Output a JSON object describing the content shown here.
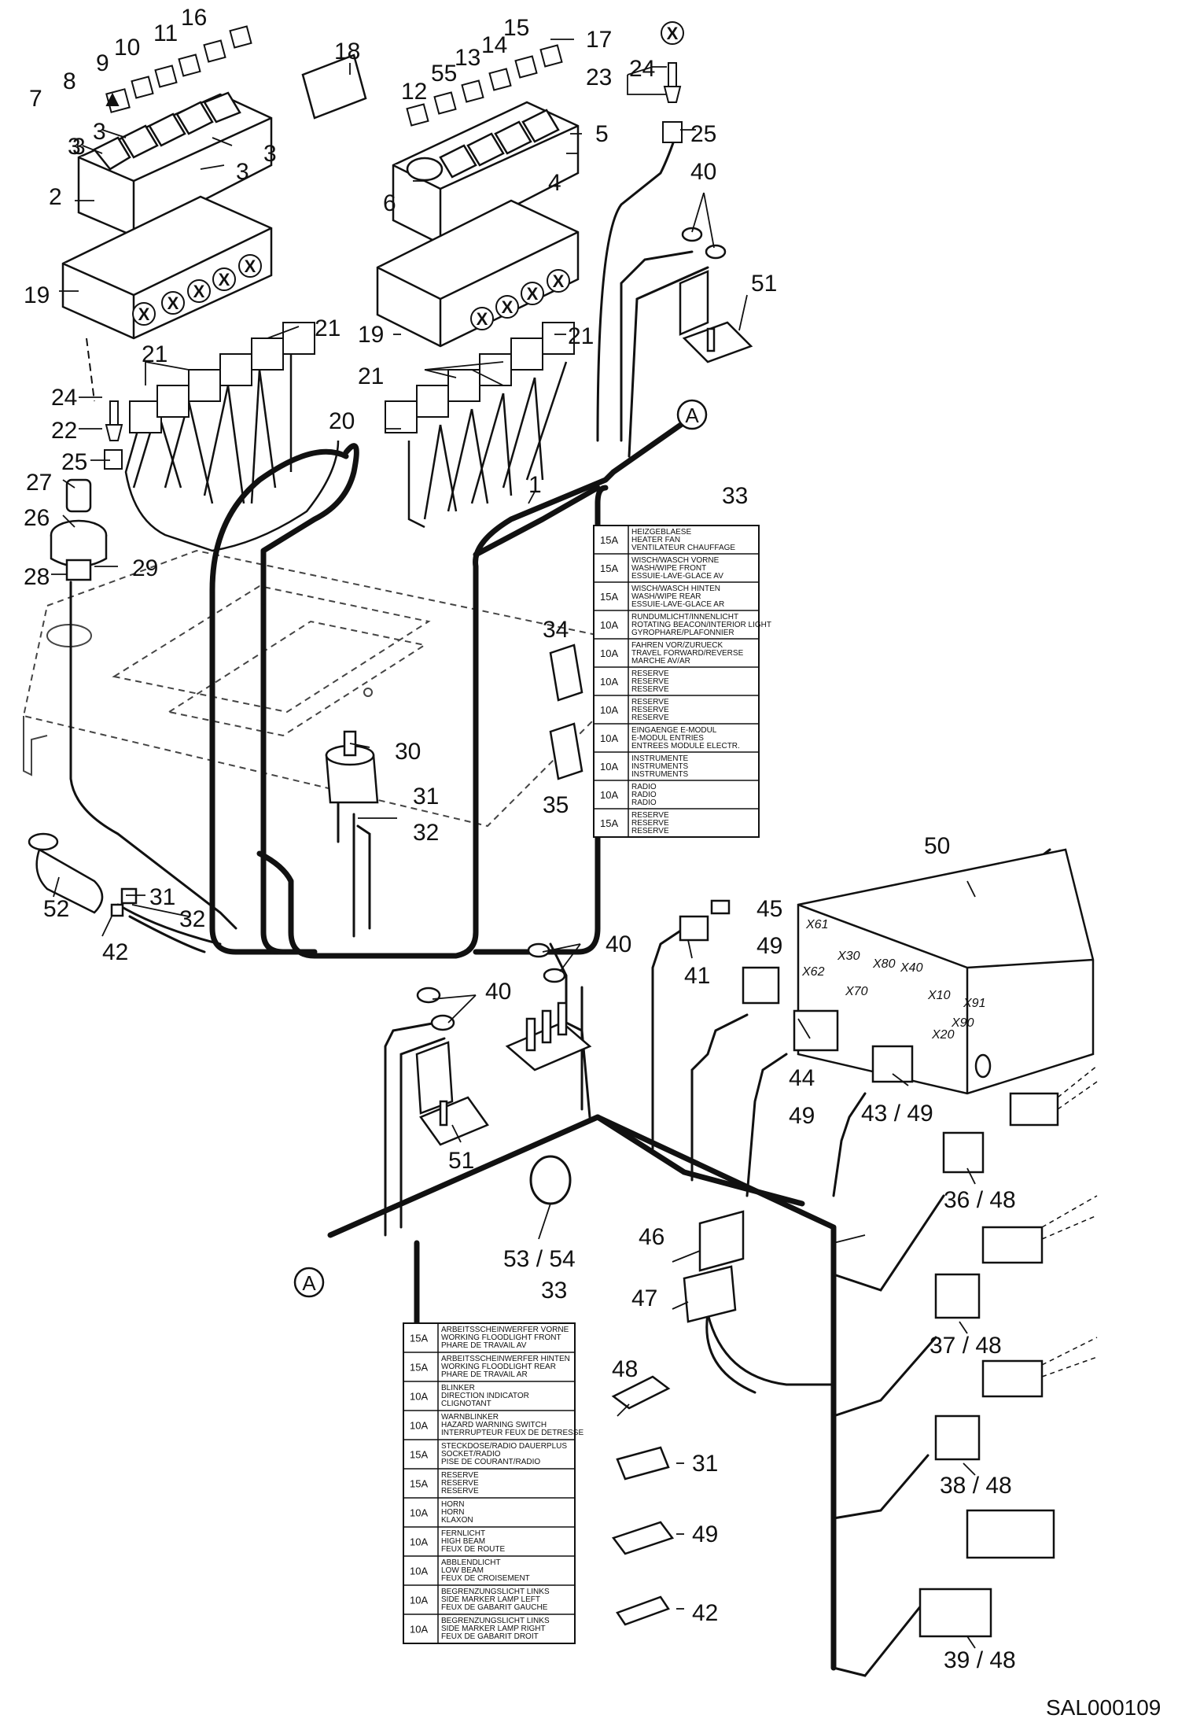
{
  "drawing_code": "SAL000109",
  "connector_ref": "A",
  "callouts": [
    {
      "id": "c1",
      "text": "1"
    },
    {
      "id": "c2",
      "text": "2"
    },
    {
      "id": "c3a",
      "text": "3"
    },
    {
      "id": "c3b",
      "text": "3"
    },
    {
      "id": "c3c",
      "text": "3"
    },
    {
      "id": "c3d",
      "text": "3"
    },
    {
      "id": "c3e",
      "text": "3"
    },
    {
      "id": "c4",
      "text": "4"
    },
    {
      "id": "c5",
      "text": "5"
    },
    {
      "id": "c6",
      "text": "6"
    },
    {
      "id": "c7",
      "text": "7"
    },
    {
      "id": "c8",
      "text": "8"
    },
    {
      "id": "c9",
      "text": "9"
    },
    {
      "id": "c10",
      "text": "10"
    },
    {
      "id": "c11",
      "text": "11"
    },
    {
      "id": "c12",
      "text": "12"
    },
    {
      "id": "c13",
      "text": "13"
    },
    {
      "id": "c14",
      "text": "14"
    },
    {
      "id": "c15",
      "text": "15"
    },
    {
      "id": "c16",
      "text": "16"
    },
    {
      "id": "c17",
      "text": "17"
    },
    {
      "id": "c18",
      "text": "18"
    },
    {
      "id": "c19a",
      "text": "19"
    },
    {
      "id": "c19b",
      "text": "19"
    },
    {
      "id": "c20",
      "text": "20"
    },
    {
      "id": "c21a",
      "text": "21"
    },
    {
      "id": "c21b",
      "text": "21"
    },
    {
      "id": "c21c",
      "text": "21"
    },
    {
      "id": "c21d",
      "text": "21"
    },
    {
      "id": "c22",
      "text": "22"
    },
    {
      "id": "c23",
      "text": "23"
    },
    {
      "id": "c24a",
      "text": "24"
    },
    {
      "id": "c24b",
      "text": "24"
    },
    {
      "id": "c25a",
      "text": "25"
    },
    {
      "id": "c25b",
      "text": "25"
    },
    {
      "id": "c26",
      "text": "26"
    },
    {
      "id": "c27",
      "text": "27"
    },
    {
      "id": "c28",
      "text": "28"
    },
    {
      "id": "c29",
      "text": "29"
    },
    {
      "id": "c30",
      "text": "30"
    },
    {
      "id": "c31a",
      "text": "31"
    },
    {
      "id": "c32a",
      "text": "32"
    },
    {
      "id": "c31b",
      "text": "31"
    },
    {
      "id": "c32b",
      "text": "32"
    },
    {
      "id": "c33a",
      "text": "33"
    },
    {
      "id": "c33b",
      "text": "33"
    },
    {
      "id": "c34",
      "text": "34"
    },
    {
      "id": "c35",
      "text": "35"
    },
    {
      "id": "c36",
      "text": "36  /  48"
    },
    {
      "id": "c37",
      "text": "37  /  48"
    },
    {
      "id": "c38",
      "text": "38  /  48"
    },
    {
      "id": "c39",
      "text": "39  /  48"
    },
    {
      "id": "c40a",
      "text": "40"
    },
    {
      "id": "c40b",
      "text": "40"
    },
    {
      "id": "c40c",
      "text": "40"
    },
    {
      "id": "c41",
      "text": "41"
    },
    {
      "id": "c42a",
      "text": "42"
    },
    {
      "id": "c42b",
      "text": "42"
    },
    {
      "id": "c43",
      "text": "43  /  49"
    },
    {
      "id": "c44",
      "text": "44"
    },
    {
      "id": "c49a",
      "text": "49"
    },
    {
      "id": "c45",
      "text": "45"
    },
    {
      "id": "c49b",
      "text": "49"
    },
    {
      "id": "c46",
      "text": "46"
    },
    {
      "id": "c47",
      "text": "47"
    },
    {
      "id": "c48",
      "text": "48"
    },
    {
      "id": "c31c",
      "text": "31"
    },
    {
      "id": "c49c",
      "text": "49"
    },
    {
      "id": "c50",
      "text": "50"
    },
    {
      "id": "c51a",
      "text": "51"
    },
    {
      "id": "c51b",
      "text": "51"
    },
    {
      "id": "c52",
      "text": "52"
    },
    {
      "id": "c53",
      "text": "53  /  54"
    },
    {
      "id": "c55",
      "text": "55"
    }
  ],
  "port_labels": [
    "X61",
    "X40",
    "X20",
    "X30",
    "X10",
    "X70",
    "X80",
    "X91",
    "X90",
    "X62"
  ],
  "fuse_table_top": [
    {
      "amps": "15A",
      "lines": [
        "HEIZGEBLAESE",
        "HEATER FAN",
        "VENTILATEUR CHAUFFAGE"
      ]
    },
    {
      "amps": "15A",
      "lines": [
        "WISCH/WASCH VORNE",
        "WASH/WIPE FRONT",
        "ESSUIE-LAVE-GLACE AV"
      ]
    },
    {
      "amps": "15A",
      "lines": [
        "WISCH/WASCH HINTEN",
        "WASH/WIPE REAR",
        "ESSUIE-LAVE-GLACE AR"
      ]
    },
    {
      "amps": "10A",
      "lines": [
        "RUNDUMLICHT/INNENLICHT",
        "ROTATING BEACON/INTERIOR LIGHT",
        "GYROPHARE/PLAFONNIER"
      ]
    },
    {
      "amps": "10A",
      "lines": [
        "FAHREN VOR/ZURUECK",
        "TRAVEL FORWARD/REVERSE",
        "MARCHE AV/AR"
      ]
    },
    {
      "amps": "10A",
      "lines": [
        "RESERVE",
        "RESERVE",
        "RESERVE"
      ]
    },
    {
      "amps": "10A",
      "lines": [
        "RESERVE",
        "RESERVE",
        "RESERVE"
      ]
    },
    {
      "amps": "10A",
      "lines": [
        "EINGAENGE E-MODUL",
        "E-MODUL ENTRIES",
        "ENTREES MODULE ELECTR."
      ]
    },
    {
      "amps": "10A",
      "lines": [
        "INSTRUMENTE",
        "INSTRUMENTS",
        "INSTRUMENTS"
      ]
    },
    {
      "amps": "10A",
      "lines": [
        "RADIO",
        "RADIO",
        "RADIO"
      ]
    },
    {
      "amps": "15A",
      "lines": [
        "RESERVE",
        "RESERVE",
        "RESERVE"
      ]
    }
  ],
  "fuse_table_bottom": [
    {
      "amps": "15A",
      "lines": [
        "ARBEITSSCHEINWERFER VORNE",
        "WORKING FLOODLIGHT FRONT",
        "PHARE DE TRAVAIL AV"
      ]
    },
    {
      "amps": "15A",
      "lines": [
        "ARBEITSSCHEINWERFER HINTEN",
        "WORKING FLOODLIGHT REAR",
        "PHARE DE TRAVAIL AR"
      ]
    },
    {
      "amps": "10A",
      "lines": [
        "BLINKER",
        "DIRECTION INDICATOR",
        "CLIGNOTANT"
      ]
    },
    {
      "amps": "10A",
      "lines": [
        "WARNBLINKER",
        "HAZARD WARNING SWITCH",
        "INTERRUPTEUR FEUX DE DETRESSE"
      ]
    },
    {
      "amps": "15A",
      "lines": [
        "STECKDOSE/RADIO DAUERPLUS",
        "SOCKET/RADIO",
        "PISE DE COURANT/RADIO"
      ]
    },
    {
      "amps": "15A",
      "lines": [
        "RESERVE",
        "RESERVE",
        "RESERVE"
      ]
    },
    {
      "amps": "10A",
      "lines": [
        "HORN",
        "HORN",
        "KLAXON"
      ]
    },
    {
      "amps": "10A",
      "lines": [
        "FERNLICHT",
        "HIGH BEAM",
        "FEUX DE ROUTE"
      ]
    },
    {
      "amps": "10A",
      "lines": [
        "ABBLENDLICHT",
        "LOW BEAM",
        "FEUX DE CROISEMENT"
      ]
    },
    {
      "amps": "10A",
      "lines": [
        "BEGRENZUNGSLICHT LINKS",
        "SIDE MARKER LAMP LEFT",
        "FEUX DE GABARIT GAUCHE"
      ]
    },
    {
      "amps": "10A",
      "lines": [
        "BEGRENZUNGSLICHT LINKS",
        "SIDE MARKER LAMP RIGHT",
        "FEUX DE GABARIT DROIT"
      ]
    }
  ],
  "xmark": "X"
}
